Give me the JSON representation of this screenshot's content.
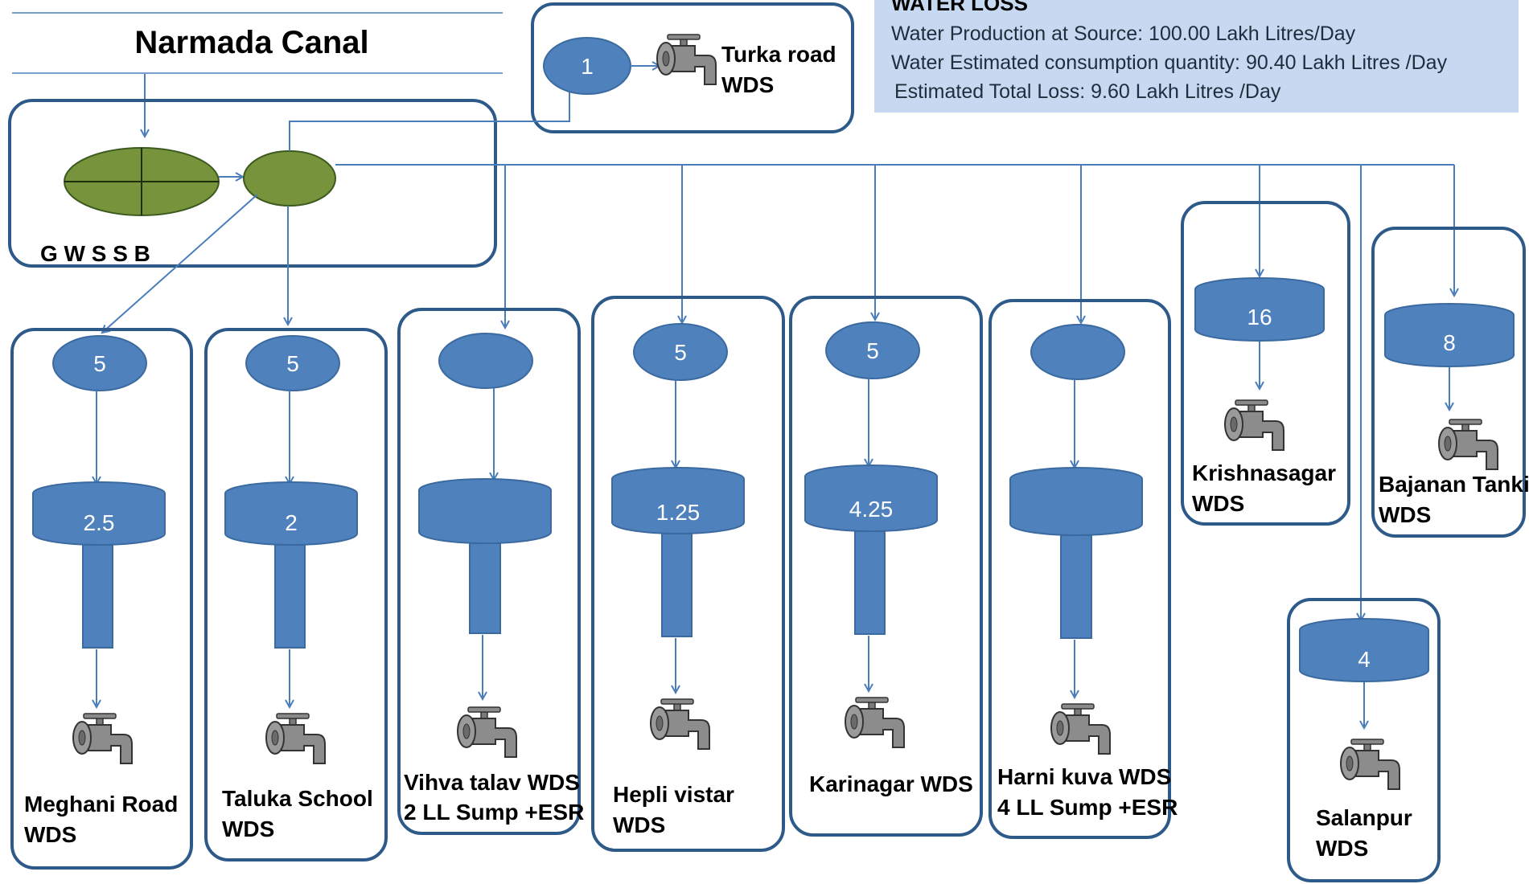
{
  "colors": {
    "line": "#4a7ebb",
    "box_border": "#2e5a8a",
    "node_fill": "#4f81bd",
    "node_stroke": "#3b6aa0",
    "treatment_fill": "#77933c",
    "info_bg": "#c6d9f1",
    "tap": "#808080"
  },
  "source": {
    "title": "Narmada Canal"
  },
  "plant": {
    "label": "G W S S B"
  },
  "info": {
    "title": "WATER LOSS",
    "line1": "Water Production at Source: 100.00 Lakh Litres/Day",
    "line2": "Water Estimated consumption quantity: 90.40 Lakh Litres /Day",
    "line3": "Estimated Total Loss: 9.60 Lakh Litres /Day"
  },
  "turka": {
    "sump": "1",
    "label1": "Turka road",
    "label2": "WDS"
  },
  "stations": [
    {
      "sump": "5",
      "esr": "2.5",
      "label1": "Meghani Road",
      "label2": "WDS"
    },
    {
      "sump": "5",
      "esr": "2",
      "label1": "Taluka School",
      "label2": "WDS"
    },
    {
      "sump": "",
      "esr": "",
      "label1": "Vihva talav WDS",
      "label2": "2 LL Sump +ESR"
    },
    {
      "sump": "5",
      "esr": "1.25",
      "label1": "Hepli vistar",
      "label2": "WDS"
    },
    {
      "sump": "5",
      "esr": "4.25",
      "label1": "Karinagar WDS",
      "label2": ""
    },
    {
      "sump": "",
      "esr": "",
      "label1": "Harni kuva WDS",
      "label2": "4 LL Sump +ESR"
    },
    {
      "tank": "16",
      "label1": "Krishnasagar",
      "label2": "WDS"
    },
    {
      "tank": "8",
      "label1": "Bajanan Tanki",
      "label2": "WDS"
    },
    {
      "tank": "4",
      "label1": "Salanpur",
      "label2": "WDS"
    }
  ]
}
